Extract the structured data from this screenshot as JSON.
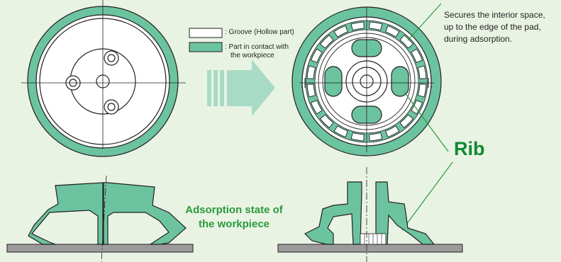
{
  "legend": {
    "groove_label": ": Groove (Hollow part)",
    "contact_label_line1": ": Part in contact with",
    "contact_label_line2": "the workpiece"
  },
  "annotation": {
    "line1": "Secures the interior space,",
    "line2": "up to the edge of the pad,",
    "line3": "during adsorption."
  },
  "rib_label": "Rib",
  "state_label": {
    "line1": "Adsorption state of",
    "line2": "the workpiece"
  },
  "colors": {
    "background": "#e9f3e4",
    "contact_green": "#6cc3a0",
    "rib_text": "#0e8a33",
    "state_text": "#2a9a3c",
    "workpiece_gray": "#9b9b9b",
    "arrow": "#a8dbc6"
  }
}
